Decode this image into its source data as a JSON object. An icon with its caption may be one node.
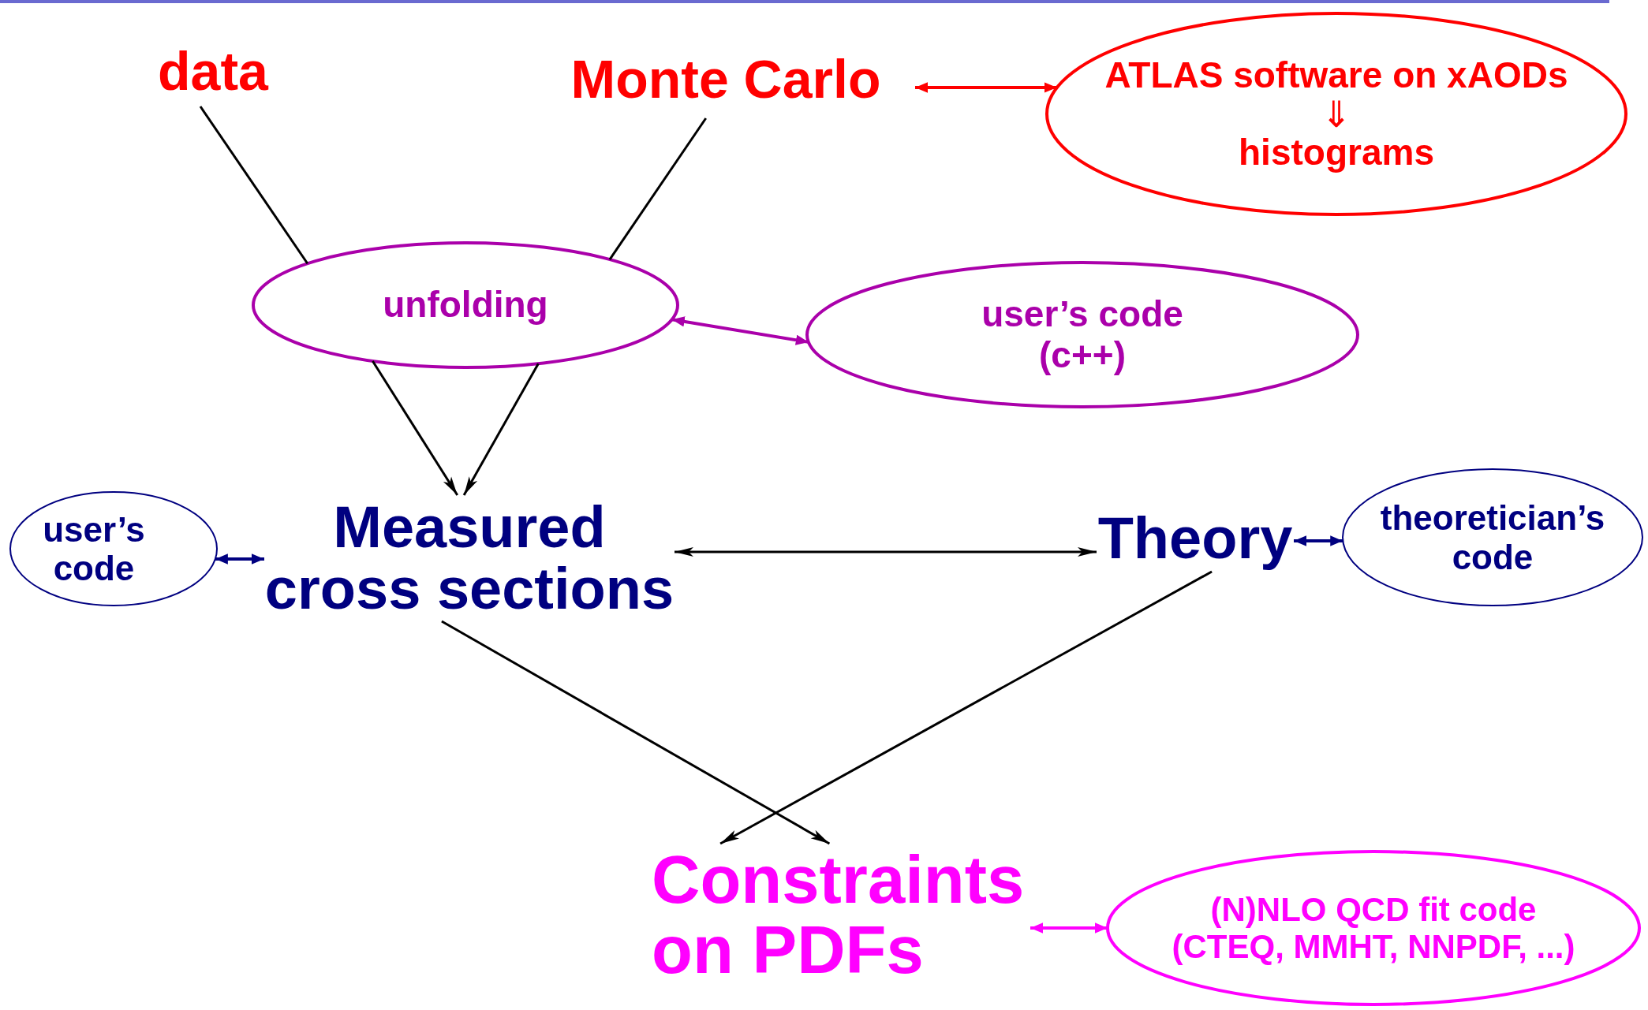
{
  "diagram": {
    "nodes": [
      {
        "text": [
          "data"
        ]
      },
      {
        "text": [
          "Monte Carlo"
        ]
      },
      {
        "text": [
          "ATLAS software on xAODs",
          "⇓",
          "histograms"
        ]
      },
      {
        "text": [
          "unfolding"
        ]
      },
      {
        "text": [
          "user’s code",
          "(c++)"
        ]
      },
      {
        "text": [
          "user’s code"
        ]
      },
      {
        "text": [
          "Measured cross sections"
        ]
      },
      {
        "text": [
          "Theory"
        ]
      },
      {
        "text": [
          "theoretician’s code"
        ]
      },
      {
        "text": [
          "Constraints on PDFs"
        ]
      },
      {
        "text": [
          "(N)NLO QCD fit code",
          "(CTEQ, MMHT, NNPDF, ...)"
        ]
      }
    ],
    "edges": [
      {
        "from": 0,
        "to": 3,
        "arrow": "none"
      },
      {
        "from": 1,
        "to": 3,
        "arrow": "none"
      },
      {
        "from": 3,
        "to": 6,
        "arrow": "to"
      },
      {
        "from": 3,
        "to": 6,
        "arrow": "to"
      },
      {
        "from": 1,
        "to": 2,
        "arrow": "both",
        "color": "#ff0000"
      },
      {
        "from": 3,
        "to": 4,
        "arrow": "both",
        "color": "#aa00aa"
      },
      {
        "from": 5,
        "to": 6,
        "arrow": "both",
        "color": "#000080"
      },
      {
        "from": 6,
        "to": 7,
        "arrow": "both"
      },
      {
        "from": 7,
        "to": 8,
        "arrow": "both",
        "color": "#000080"
      },
      {
        "from": 6,
        "to": 9,
        "arrow": "to"
      },
      {
        "from": 7,
        "to": 9,
        "arrow": "to"
      },
      {
        "from": 9,
        "to": 10,
        "arrow": "both",
        "color": "#ff00ff"
      }
    ]
  }
}
